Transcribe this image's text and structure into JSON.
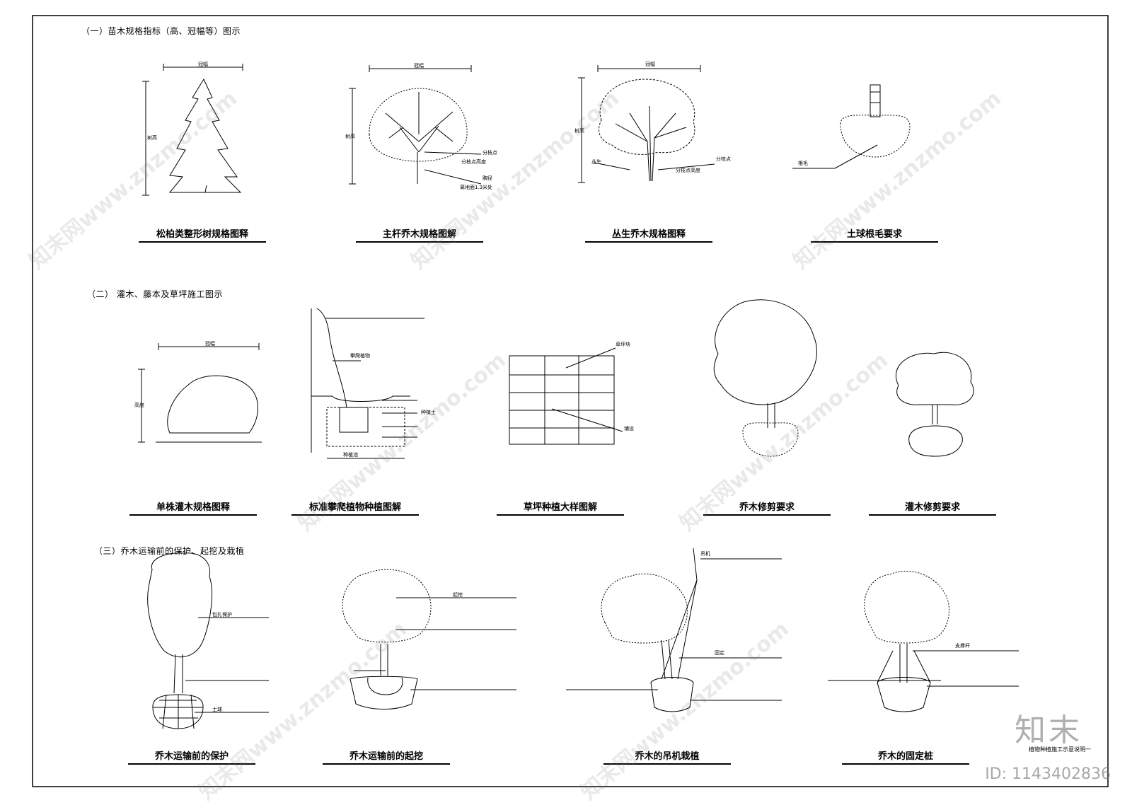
{
  "sections": [
    {
      "title": "（一）苗木规格指标（高、冠幅等）图示",
      "captions": [
        "松柏类整形树规格图释",
        "主杆乔木规格图解",
        "丛生乔木规格图释",
        "土球根毛要求"
      ]
    },
    {
      "title": "（二） 灌木、藤本及草坪施工图示",
      "captions": [
        "单株灌木规格图释",
        "标准攀爬植物种植图解",
        "草坪种植大样图解",
        "乔木修剪要求",
        "灌木修剪要求"
      ]
    },
    {
      "title": "（三）乔木运输前的保护、起挖及栽植",
      "captions": [
        "乔木运输前的保护",
        "乔木运输前的起挖",
        "乔木的吊机栽植",
        "乔木的固定桩"
      ]
    }
  ],
  "annotations": {
    "a1": "冠幅",
    "a2": "树高",
    "a3": "冠幅",
    "a4": "树高",
    "a5": "分枝点",
    "a6": "分枝点高度",
    "a7": "胸径",
    "a8": "离地面1.3米处",
    "a9": "冠幅",
    "a10": "树高",
    "a11": "分枝点",
    "a12": "丛生",
    "a13": "分枝点高度",
    "a14": "根毛",
    "a15": "冠幅",
    "a16": "高度",
    "a17": "攀爬植物",
    "a18": "种植土",
    "a19": "种植池",
    "a20": "草坪块",
    "a21": "铺设",
    "a22": "包扎保护",
    "a23": "土球",
    "a24": "起挖",
    "a25": "吊机",
    "a26": "固定",
    "a27": "支撑杆"
  },
  "watermark": "知末网www.znzmo.com",
  "logo": "知末",
  "id_label": "ID: 1143402836",
  "sheet_title": "植物种植施工示意说明一"
}
